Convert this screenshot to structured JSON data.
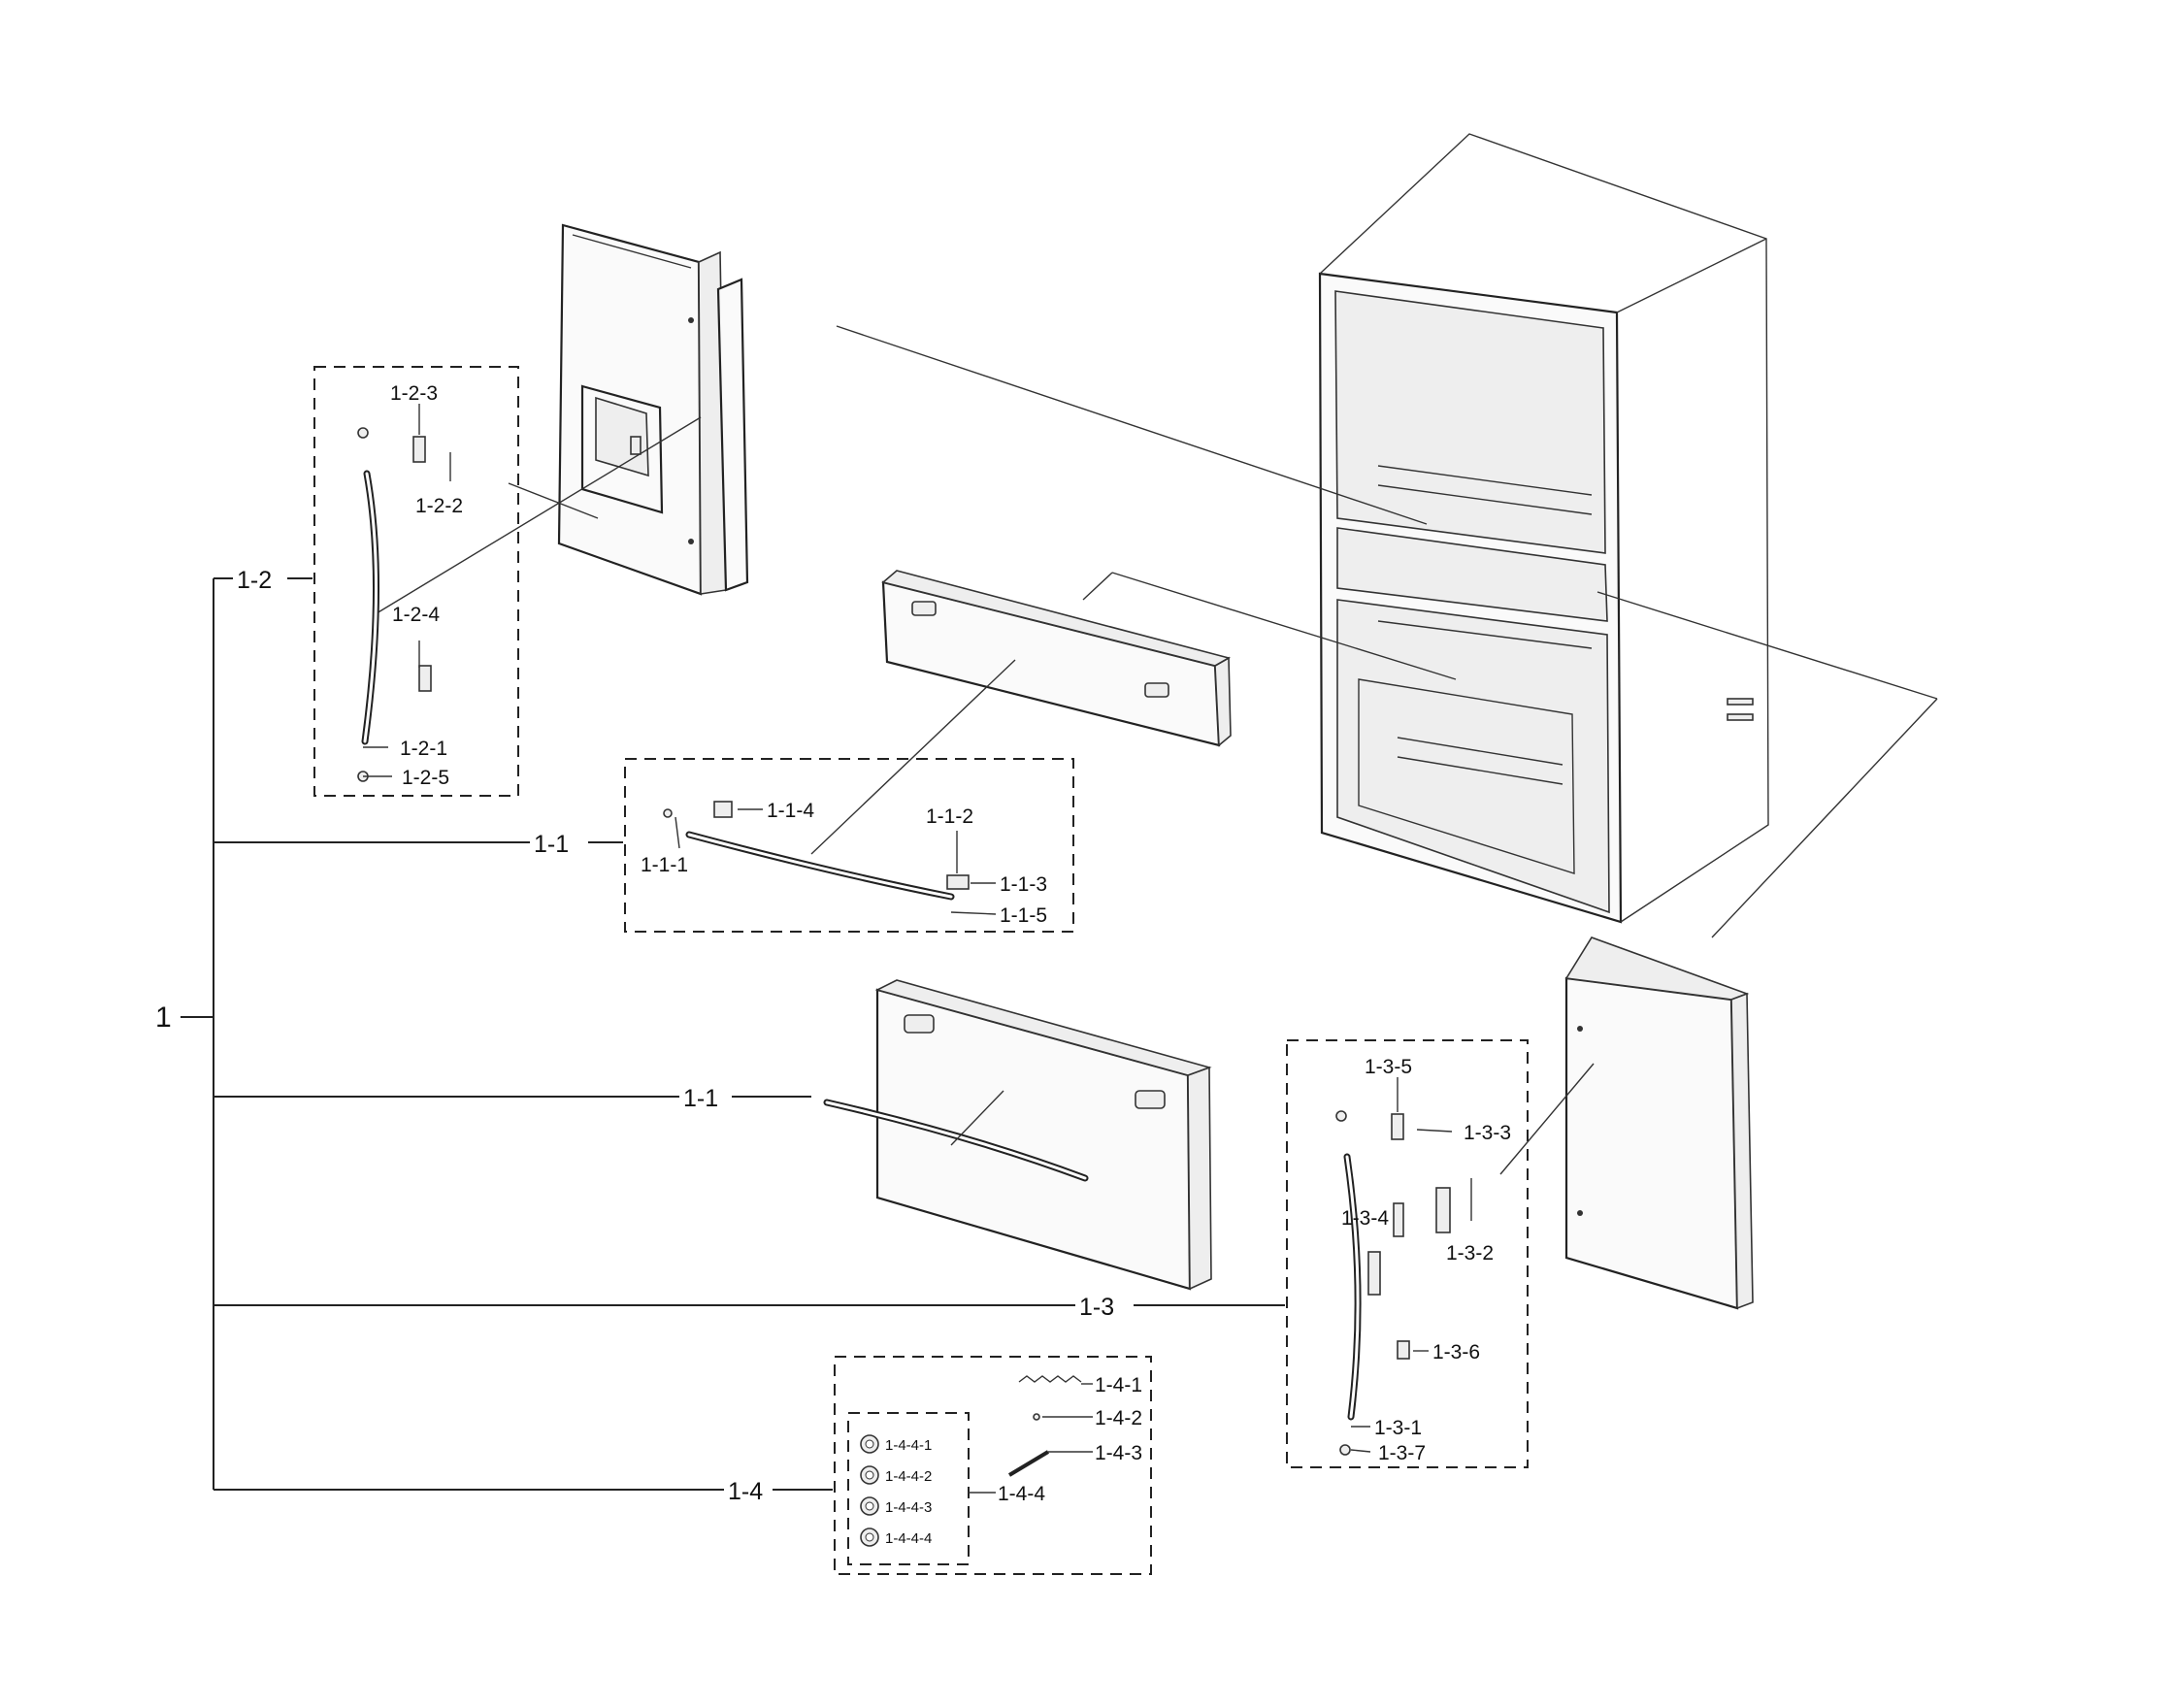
{
  "labels": {
    "root": "1",
    "branch_1_2": "1-2",
    "branch_1_1_upper": "1-1",
    "branch_1_1_lower": "1-1",
    "branch_1_3": "1-3",
    "branch_1_4": "1-4",
    "p_1_2_3": "1-2-3",
    "p_1_2_2": "1-2-2",
    "p_1_2_4": "1-2-4",
    "p_1_2_1": "1-2-1",
    "p_1_2_5": "1-2-5",
    "p_1_1_4": "1-1-4",
    "p_1_1_1": "1-1-1",
    "p_1_1_2": "1-1-2",
    "p_1_1_3": "1-1-3",
    "p_1_1_5": "1-1-5",
    "p_1_3_5": "1-3-5",
    "p_1_3_3": "1-3-3",
    "p_1_3_4": "1-3-4",
    "p_1_3_2": "1-3-2",
    "p_1_3_6": "1-3-6",
    "p_1_3_1": "1-3-1",
    "p_1_3_7": "1-3-7",
    "p_1_4_1": "1-4-1",
    "p_1_4_2": "1-4-2",
    "p_1_4_3": "1-4-3",
    "p_1_4_4": "1-4-4",
    "p_1_4_4_1": "1-4-4-1",
    "p_1_4_4_2": "1-4-4-2",
    "p_1_4_4_3": "1-4-4-3",
    "p_1_4_4_4": "1-4-4-4"
  }
}
